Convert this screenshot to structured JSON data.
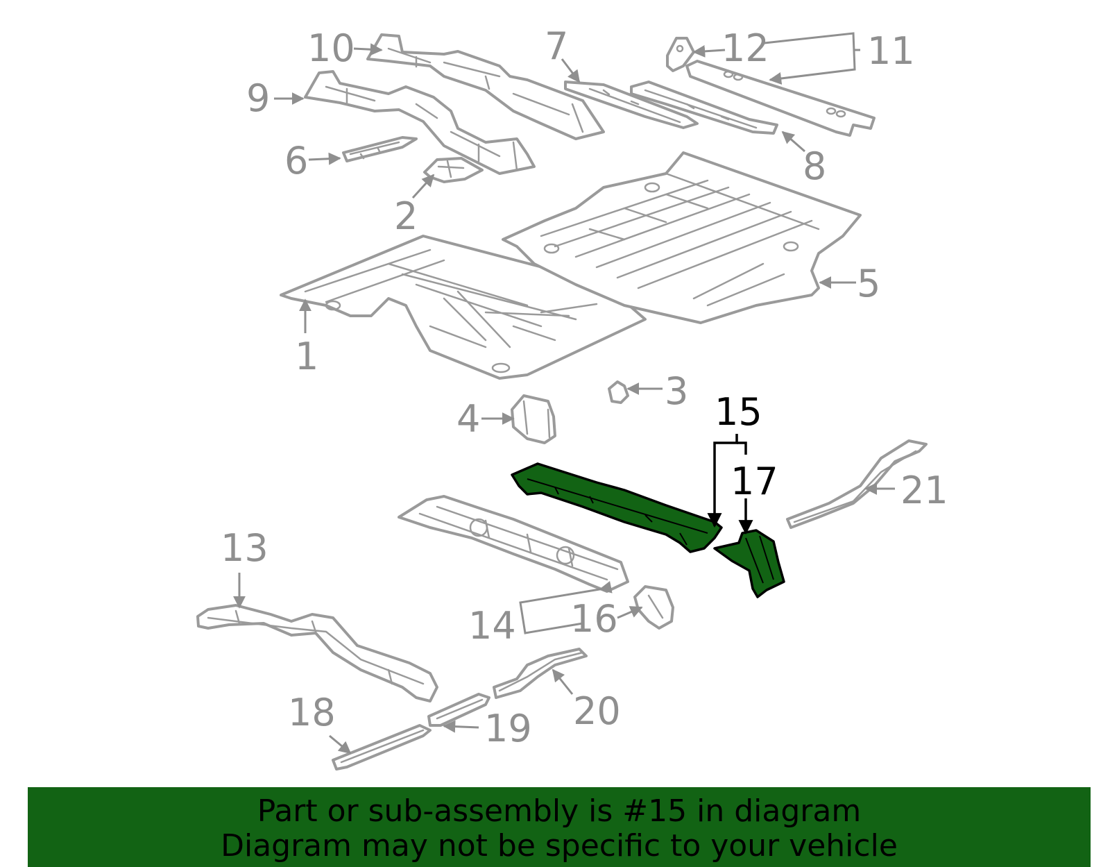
{
  "callouts": [
    "1",
    "2",
    "3",
    "4",
    "5",
    "6",
    "7",
    "8",
    "9",
    "10",
    "11",
    "12",
    "13",
    "14",
    "15",
    "16",
    "17",
    "18",
    "19",
    "20",
    "21"
  ],
  "highlighted_part": "15",
  "colors": {
    "highlight": "#126314",
    "line_gray": "#9a9a9a",
    "label_gray": "#8f8f8f",
    "banner": "#126314"
  },
  "banner": {
    "line1": "Part or sub-assembly is #15 in diagram",
    "line2": "Diagram may not be specific to your vehicle"
  }
}
